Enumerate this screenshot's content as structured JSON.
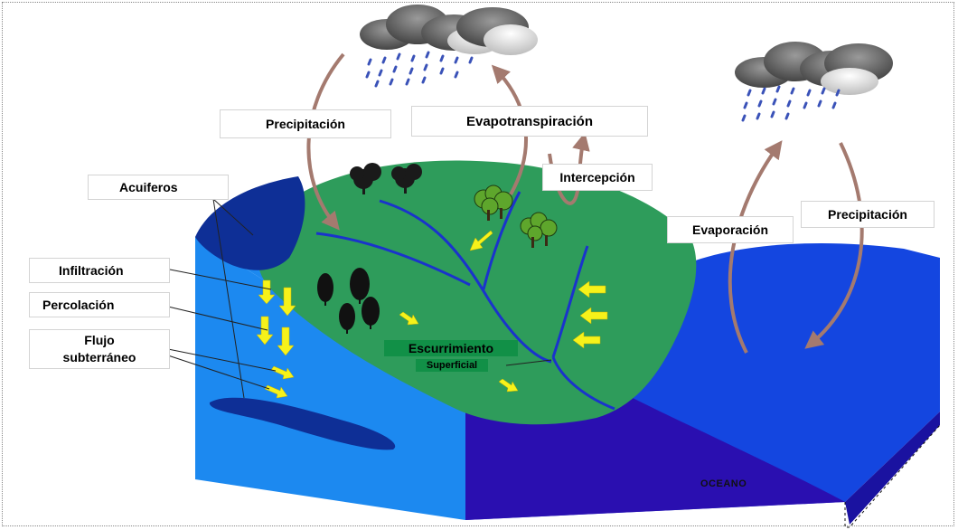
{
  "labels": {
    "precipitacion_left": "Precipitación",
    "evapotranspiracion": "Evapotranspiración",
    "intercepcion": "Intercepción",
    "acuiferos": "Acuiferos",
    "infiltracion": "Infiltración",
    "percolacion": "Percolación",
    "flujo_line1": "Flujo",
    "flujo_line2": "subterráneo",
    "evaporacion": "Evaporación",
    "precipitacion_right": "Precipitación",
    "escurrimiento_line1": "Escurrimiento",
    "escurrimiento_line2": "Superficial",
    "oceano": "OCEANO"
  },
  "colors": {
    "land_green": "#2E9C5B",
    "ground_light_blue": "#1C89F0",
    "ocean_blue": "#1446E0",
    "ocean_deep": "#2A0FB0",
    "aquifer": "#0E2F96",
    "river": "#1A33CC",
    "arrow_brown": "#A47A6F",
    "flow_arrow_yellow": "#F6F21A",
    "rain_blue": "#3A52B8",
    "cloud_dark": "#5E5E5E",
    "cloud_light": "#D8D8D8"
  },
  "icons": [
    "cloud-icon",
    "tree-icon",
    "rain-icon"
  ]
}
